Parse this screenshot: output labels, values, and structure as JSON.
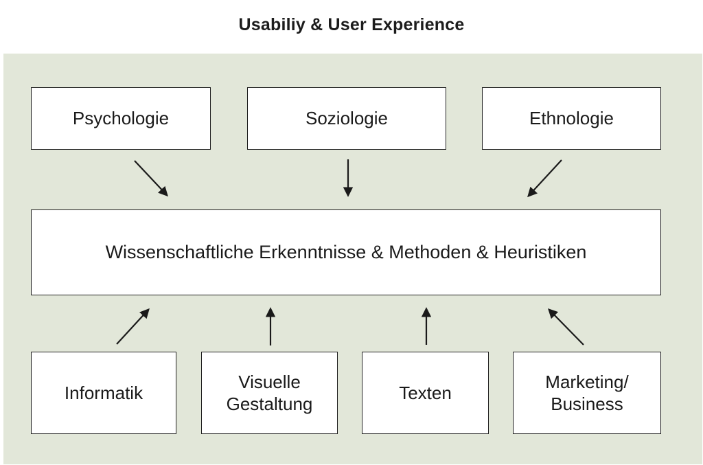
{
  "title": "Usabiliy & User Experience",
  "diagram": {
    "top_boxes": [
      {
        "label": "Psychologie"
      },
      {
        "label": "Soziologie"
      },
      {
        "label": "Ethnologie"
      }
    ],
    "central_box": {
      "label": "Wissenschaftliche Erkenntnisse & Methoden & Heuristiken"
    },
    "bottom_boxes": [
      {
        "lines": [
          "Informatik"
        ]
      },
      {
        "lines": [
          "Visuelle",
          "Gestaltung"
        ]
      },
      {
        "lines": [
          "Texten"
        ]
      },
      {
        "lines": [
          "Marketing/",
          "Business"
        ]
      }
    ],
    "colors": {
      "panel_background": "#e2e7d9",
      "box_background": "#ffffff",
      "box_border": "#1f1f1f",
      "text": "#1a1a1a"
    }
  }
}
